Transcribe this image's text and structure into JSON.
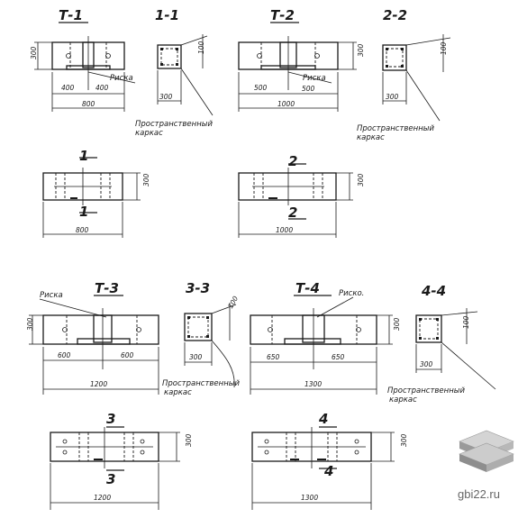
{
  "blocks": [
    {
      "id": "t1",
      "title": "Т-1",
      "section_title": "1-1",
      "plan_mark": "1",
      "half_left": "400",
      "half_right": "400",
      "total": "800",
      "height": "300",
      "section_width": "300",
      "section_depth": "100",
      "riska_label": "Риска",
      "frame_label": "Пространственный",
      "frame_label2": "каркас"
    },
    {
      "id": "t2",
      "title": "Т-2",
      "section_title": "2-2",
      "plan_mark": "2",
      "half_left": "500",
      "half_right": "500",
      "total": "1000",
      "height": "300",
      "section_width": "300",
      "section_depth": "100",
      "riska_label": "Риска",
      "frame_label": "Пространственный",
      "frame_label2": "каркас"
    },
    {
      "id": "t3",
      "title": "Т-3",
      "section_title": "3-3",
      "plan_mark": "3",
      "half_left": "600",
      "half_right": "600",
      "total": "1200",
      "height": "300",
      "section_width": "300",
      "section_depth": "100",
      "riska_label": "Риска",
      "frame_label": "Пространственный",
      "frame_label2": "каркас"
    },
    {
      "id": "t4",
      "title": "Т-4",
      "section_title": "4-4",
      "plan_mark": "4",
      "half_left": "650",
      "half_right": "650",
      "total": "1300",
      "height": "300",
      "section_width": "300",
      "section_depth": "100",
      "riska_label": "Риско.",
      "frame_label": "Пространственный",
      "frame_label2": "каркас"
    }
  ],
  "watermark": {
    "text": "gbi22.ru",
    "logo": "layered-slabs-logo"
  },
  "colors": {
    "ink": "#1a1a1a",
    "paper": "#ffffff",
    "watermark": "#666666"
  }
}
